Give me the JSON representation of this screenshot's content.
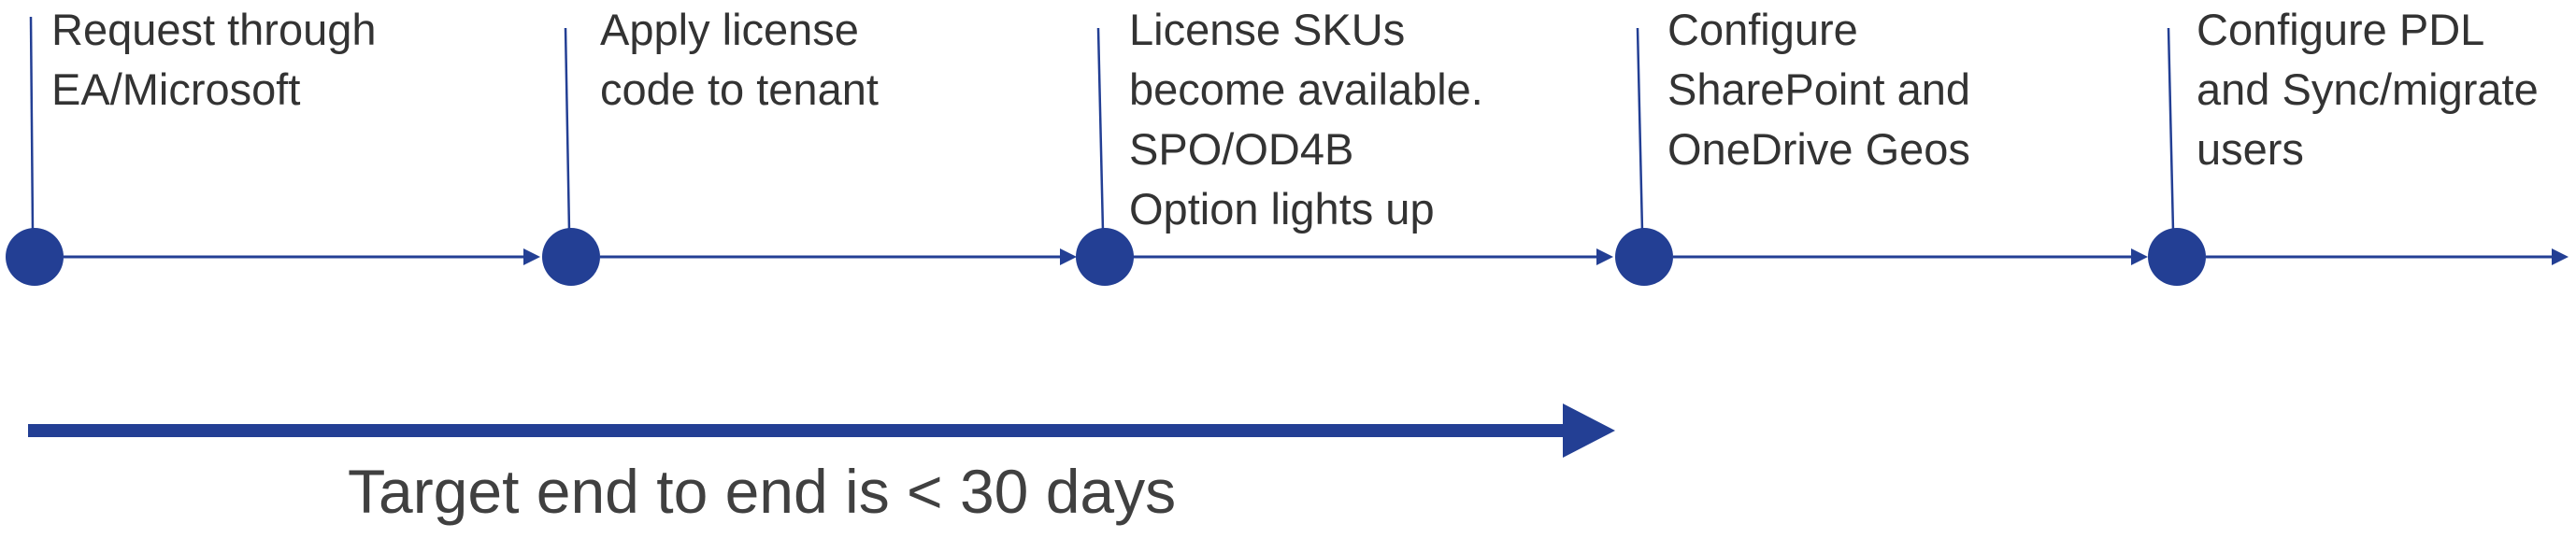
{
  "colors": {
    "accent": "#233F94",
    "text": "#333333",
    "footer_text": "#404040"
  },
  "steps": [
    {
      "label": "Request through\nEA/Microsoft"
    },
    {
      "label": "Apply license\ncode to tenant"
    },
    {
      "label": "License SKUs\nbecome available.\nSPO/OD4B\nOption lights up"
    },
    {
      "label": "Configure\nSharePoint and\nOneDrive Geos"
    },
    {
      "label": "Configure PDL\nand Sync/migrate\nusers"
    }
  ],
  "footer": {
    "text": "Target end to end is < 30 days"
  }
}
